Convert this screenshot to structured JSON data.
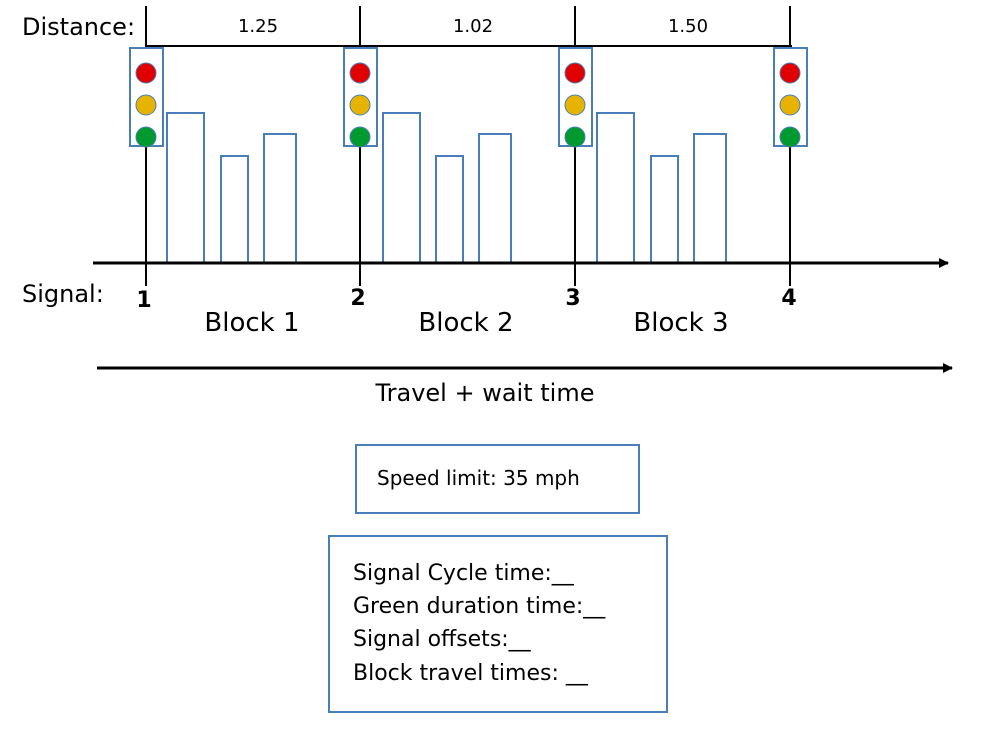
{
  "labels": {
    "distance": "Distance:",
    "signal": "Signal:",
    "travel": "Travel + wait time"
  },
  "distances": [
    "1.25",
    "1.02",
    "1.50"
  ],
  "signals": [
    "1",
    "2",
    "3",
    "4"
  ],
  "blocks": [
    "Block 1",
    "Block 2",
    "Block 3"
  ],
  "speed_limit": "Speed limit: 35 mph",
  "questions": [
    "Signal Cycle time:__",
    "Green duration time:__",
    "Signal offsets:__",
    "Block travel times: __"
  ],
  "colors": {
    "outline": "#4a7ebb",
    "red": "#e00000",
    "amber": "#e6b400",
    "green": "#009a2e"
  },
  "icons": {
    "signal": "traffic-light-icon",
    "building": "building-outline"
  }
}
